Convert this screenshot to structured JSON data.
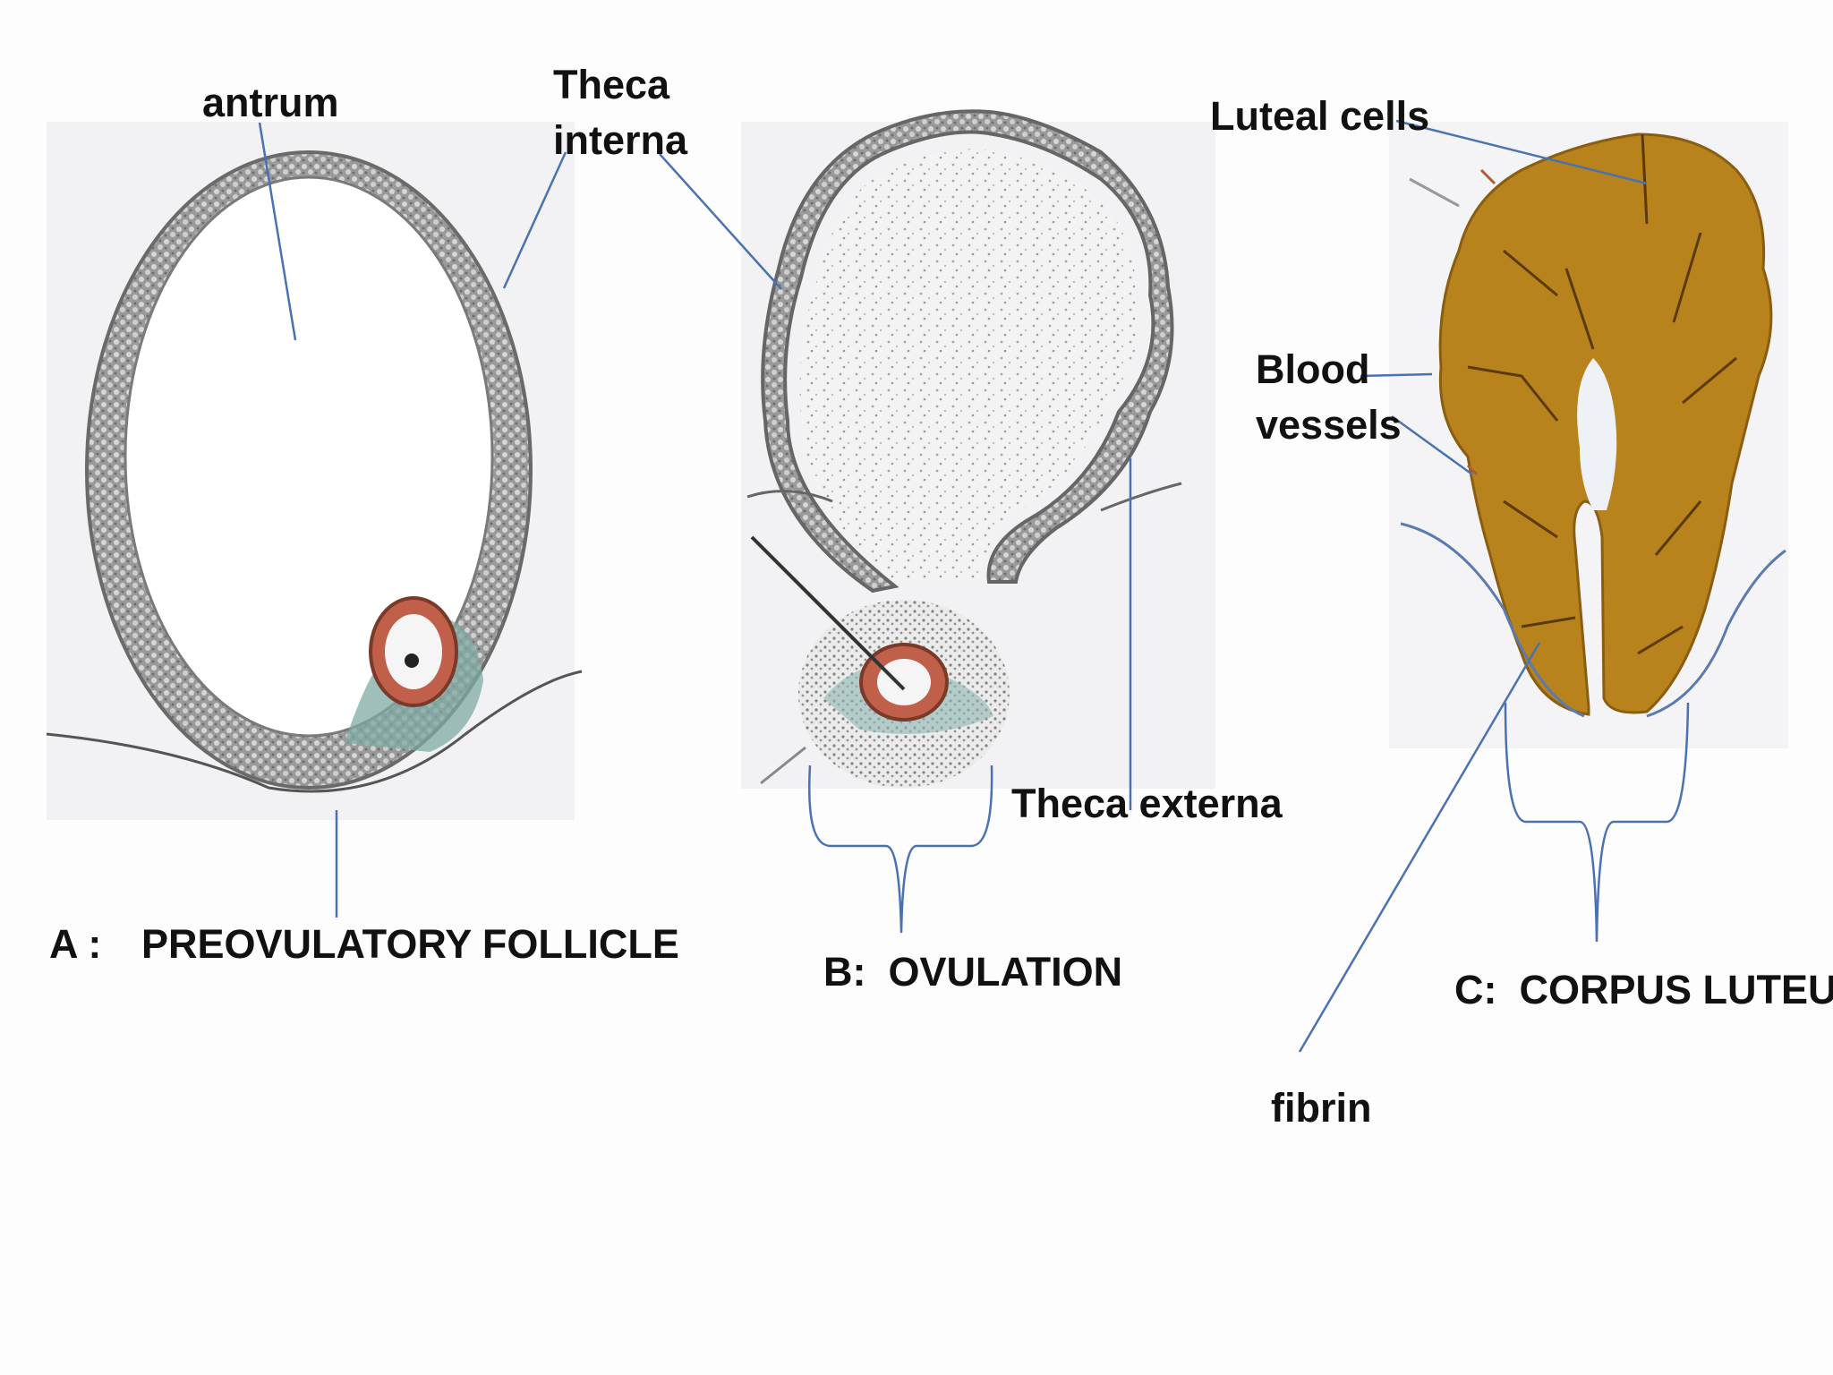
{
  "labels": {
    "antrum": "antrum",
    "theca_interna_1": "Theca",
    "theca_interna_2": "interna",
    "luteal_cells": "Luteal cells",
    "blood_vessels_1": "Blood",
    "blood_vessels_2": "vessels",
    "theca_externa": "Theca externa",
    "fibrin": "fibrin"
  },
  "captions": {
    "a_letter": "A :",
    "a_title": "PREOVULATORY FOLLICLE",
    "b": "B:  OVULATION",
    "c": "C:  CORPUS LUTEUM"
  },
  "colors": {
    "leader_line": "#4a72b0",
    "follicle_wall": "#8a8a8a",
    "corpus_luteum": "#b8821c",
    "oocyte": "#c0604a"
  }
}
